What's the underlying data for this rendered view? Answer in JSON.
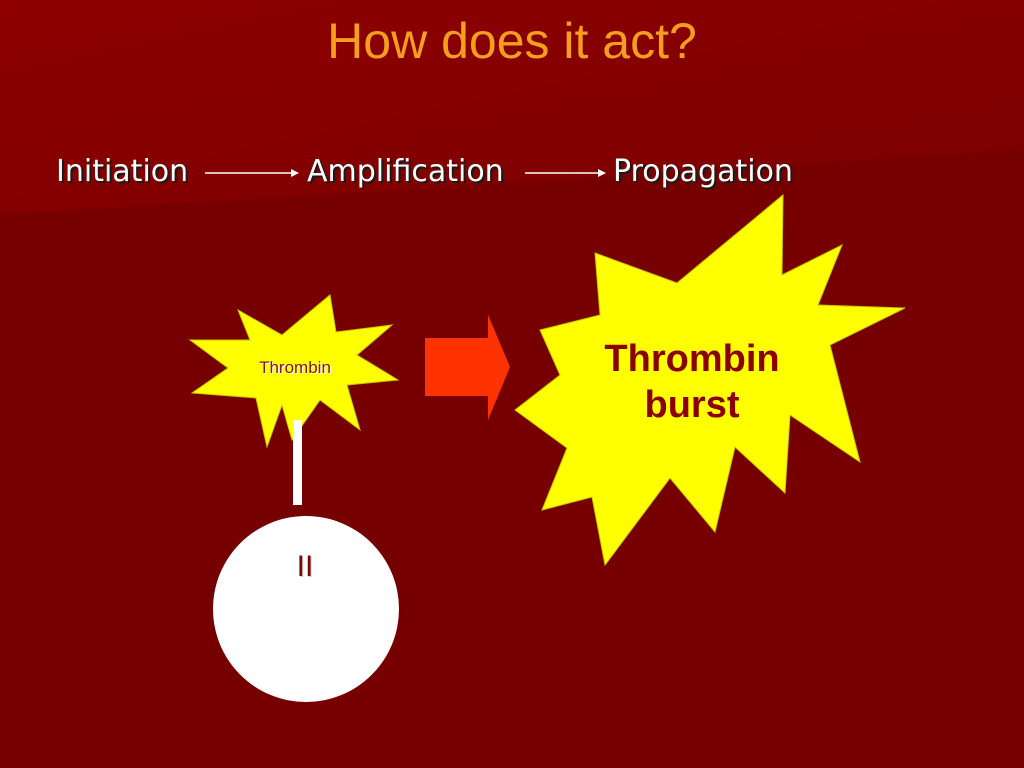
{
  "slide": {
    "title": "How does it act?",
    "flow": {
      "step1": "Initiation",
      "step2": "Amplification",
      "step3": "Propagation"
    },
    "small_star_label": "Thrombin",
    "big_star_label_line1": "Thrombin",
    "big_star_label_line2": "burst",
    "circle_label": "II"
  },
  "colors": {
    "background": "#760000",
    "title": "#f59d1c",
    "star_fill": "#ffff00",
    "block_arrow": "#ff3300"
  }
}
